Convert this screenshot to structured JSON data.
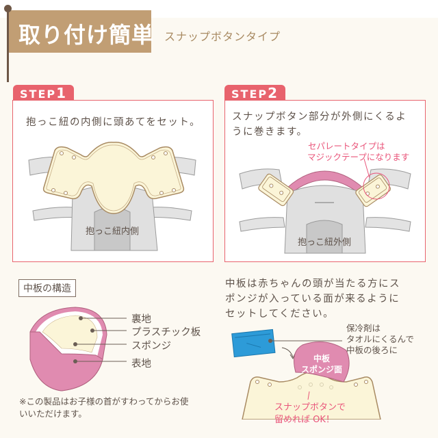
{
  "header": {
    "title": "取り付け簡単",
    "subtitle": "スナップボタンタイプ",
    "flag_color": "#c19e74"
  },
  "steps": [
    {
      "tab_label": "STEP",
      "tab_number": "1",
      "instruction": "抱っこ紐の内側に頭あてをセット。",
      "illustration_label": "抱っこ紐内側"
    },
    {
      "tab_label": "STEP",
      "tab_number": "2",
      "instruction_line1": "スナップボタン部分が外側にくるよ",
      "instruction_line2": "うに巻きます。",
      "note_line1": "セパレートタイプは",
      "note_line2": "マジックテープになります",
      "illustration_label": "抱っこ紐外側"
    }
  ],
  "structure": {
    "heading": "中板の構造",
    "layers": [
      "裏地",
      "プラスチック板",
      "スポンジ",
      "表地"
    ],
    "footnote_line1": "※この製品はお子様の首がすわってからお使",
    "footnote_line2": "いいただけます。"
  },
  "placement": {
    "instruction_line1": "中板は赤ちゃんの頭が当たる方にス",
    "instruction_line2": "ポンジが入っている面が来るように",
    "instruction_line3": "セットしてください。",
    "cool_pack_line1": "保冷剤は",
    "cool_pack_line2": "タオルにくるんで",
    "cool_pack_line3": "中板の後ろに",
    "board_label_line1": "中板",
    "board_label_line2": "スポンジ面",
    "snap_note_line1": "スナップボタンで",
    "snap_note_line2": "留めれば OK！"
  },
  "colors": {
    "accent_pink": "#e8636d",
    "note_pink": "#e9557a",
    "fabric_pink": "#e08bb0",
    "cream": "#fbf5d8",
    "gray": "#dcdcdc",
    "cool_pack_blue": "#2d9bd8"
  }
}
